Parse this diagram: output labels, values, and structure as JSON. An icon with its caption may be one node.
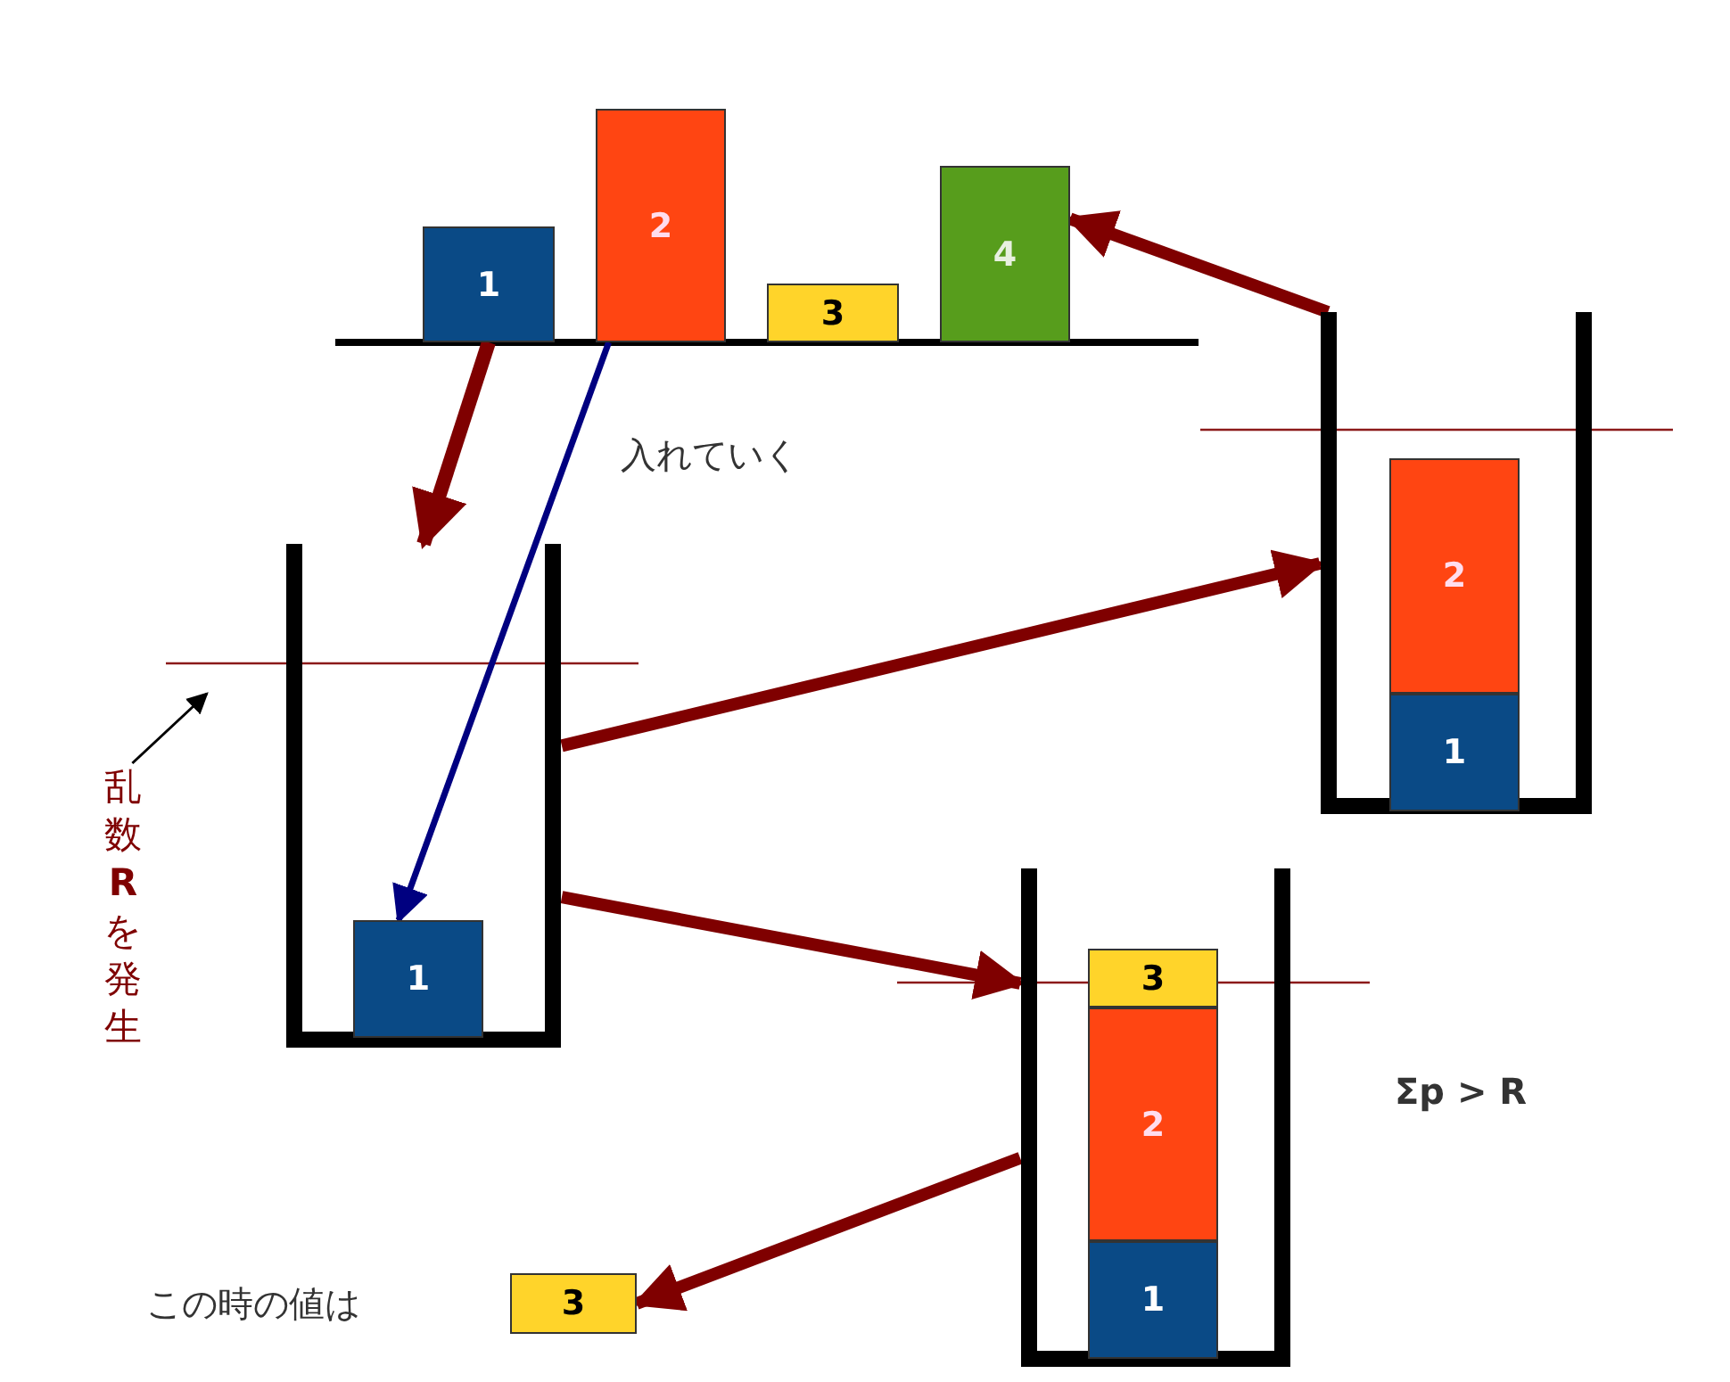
{
  "diagram": {
    "nodes": [
      {
        "text": [
          "1"
        ]
      },
      {
        "text": [
          "2"
        ]
      },
      {
        "text": [
          "3"
        ]
      },
      {
        "text": [
          "4"
        ]
      },
      {
        "text": [],
        "shape": "box"
      },
      {
        "text": [
          "1"
        ],
        "in": 4
      },
      {
        "text": [],
        "shape": "box"
      },
      {
        "text": [
          "2"
        ],
        "in": 6
      },
      {
        "text": [
          "1"
        ],
        "in": 6
      },
      {
        "text": [],
        "shape": "box"
      },
      {
        "text": [
          "3"
        ],
        "in": 9
      },
      {
        "text": [
          "2"
        ],
        "in": 9
      },
      {
        "text": [
          "1"
        ],
        "in": 9
      },
      {
        "text": [
          "3"
        ]
      },
      {
        "text": [
          "乱数**R**を発生"
        ]
      }
    ],
    "edges": [
      {
        "from": 0,
        "to": 4,
        "arrow": "to"
      },
      {
        "from": 1,
        "to": 5,
        "arrow": "to",
        "color": "#000080"
      },
      {
        "from": 4,
        "to": 6,
        "arrow": "to"
      },
      {
        "from": 4,
        "to": 9,
        "arrow": "to"
      },
      {
        "from": 9,
        "to": 13,
        "arrow": "to"
      },
      {
        "from": 6,
        "to": 3,
        "arrow": "to"
      },
      {
        "from": 14,
        "to": null,
        "arrow": "to",
        "color": "#000000"
      }
    ],
    "labels": [
      "入れていく",
      "Σp > R",
      "この時の値は"
    ]
  }
}
